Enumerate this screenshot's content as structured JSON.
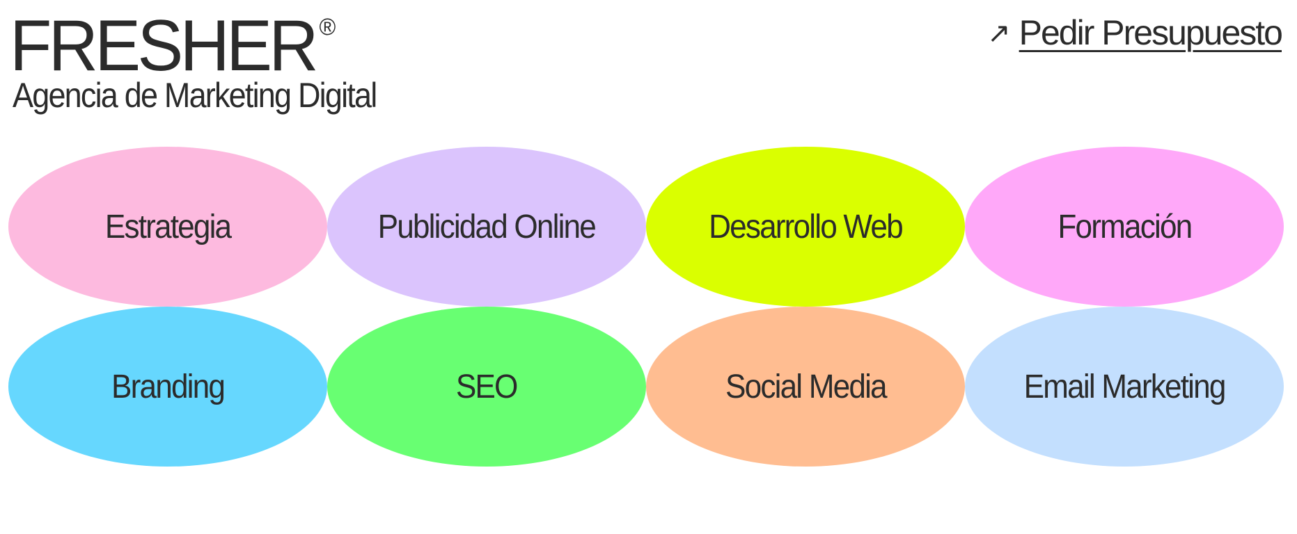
{
  "header": {
    "brand": "FRESHER",
    "brand_mark": "®",
    "tagline": "Agencia de Marketing Digital",
    "cta": {
      "icon": "arrow-up-right-icon",
      "arrow": "↗",
      "label": "Pedir Presupuesto"
    }
  },
  "services": [
    {
      "label": "Estrategia",
      "color": "#fdbadf"
    },
    {
      "label": "Publicidad Online",
      "color": "#dbc4fd"
    },
    {
      "label": "Desarrollo Web",
      "color": "#daff00"
    },
    {
      "label": "Formación",
      "color": "#ffa8f9"
    },
    {
      "label": "Branding",
      "color": "#66d7fe"
    },
    {
      "label": "SEO",
      "color": "#68ff72"
    },
    {
      "label": "Social Media",
      "color": "#ffbd91"
    },
    {
      "label": "Email Marketing",
      "color": "#c3dffe"
    }
  ]
}
